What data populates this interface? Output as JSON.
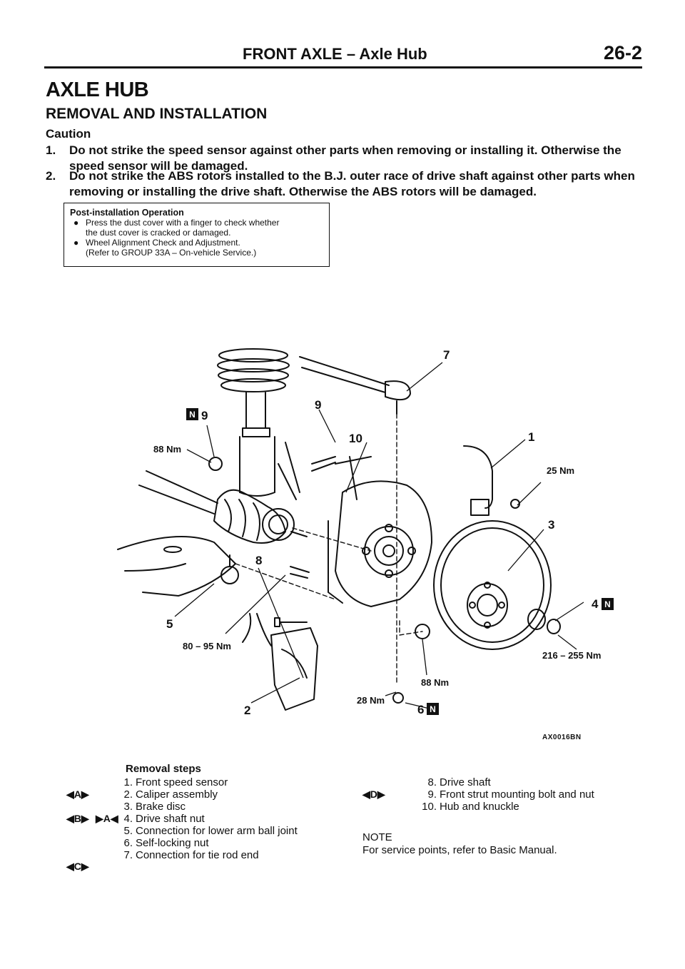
{
  "header": {
    "section": "FRONT AXLE – Axle Hub",
    "page": "26-2"
  },
  "title": "AXLE HUB",
  "subtitle": "REMOVAL AND INSTALLATION",
  "caution": {
    "heading": "Caution",
    "items": [
      {
        "num": "1.",
        "text": "Do not strike the speed sensor against other parts when removing or installing it. Otherwise the speed sensor will be damaged."
      },
      {
        "num": "2.",
        "text": "Do not strike the ABS rotors installed to the B.J. outer race of drive shaft against other parts when removing or installing the drive shaft. Otherwise the ABS rotors will be damaged."
      }
    ]
  },
  "post_install": {
    "heading": "Post-installation Operation",
    "bullet": "●",
    "items": [
      {
        "line1": "Press the dust cover with a finger to check whether",
        "line2": "the dust cover is cracked or damaged."
      },
      {
        "line1": "Wheel Alignment Check and Adjustment.",
        "line2": "(Refer to GROUP 33A – On-vehicle Service.)"
      }
    ]
  },
  "diagram": {
    "new_part_mark": "N",
    "labels": {
      "l1": "1",
      "l2": "2",
      "l3": "3",
      "l4": "4",
      "l5": "5",
      "l6": "6",
      "l7": "7",
      "l8": "8",
      "l9a": "9",
      "l9b": "9",
      "l10": "10",
      "t88a": "88 Nm",
      "t25": "25 Nm",
      "t8095": "80 – 95 Nm",
      "t216": "216 – 255 Nm",
      "t88b": "88 Nm",
      "t28": "28 Nm"
    },
    "figure_code": "AX0016BN"
  },
  "removal": {
    "heading": "Removal steps",
    "left": [
      {
        "num": "1.",
        "text": "Front speed sensor"
      },
      {
        "num": "2.",
        "text": "Caliper assembly"
      },
      {
        "num": "3.",
        "text": "Brake disc"
      },
      {
        "num": "4.",
        "text": "Drive shaft nut"
      },
      {
        "num": "5.",
        "text": "Connection for lower arm ball joint"
      },
      {
        "num": "6.",
        "text": "Self-locking nut"
      },
      {
        "num": "7.",
        "text": "Connection for tie rod end"
      }
    ],
    "right": [
      {
        "num": "8.",
        "text": "Drive shaft"
      },
      {
        "num": "9.",
        "text": "Front strut mounting bolt and nut"
      },
      {
        "num": "10.",
        "text": "Hub and knuckle"
      }
    ],
    "symbols": {
      "a": "◀A▶",
      "b": "◀B▶",
      "a_inst": "▶A◀",
      "c": "◀C▶",
      "d": "◀D▶"
    }
  },
  "note": {
    "heading": "NOTE",
    "text": "For service points, refer to Basic Manual."
  }
}
